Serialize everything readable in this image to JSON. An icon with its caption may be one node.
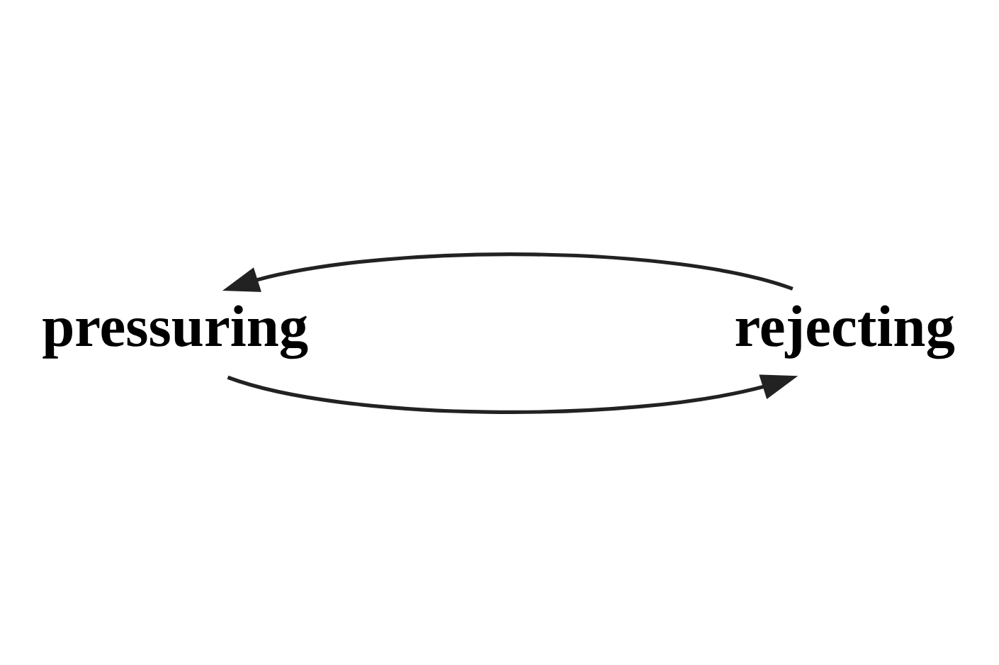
{
  "diagram": {
    "nodes": [
      {
        "text": [
          "pressuring"
        ]
      },
      {
        "text": [
          "rejecting"
        ]
      }
    ],
    "edges": [
      {
        "from": 0,
        "to": 1,
        "arrow": "to"
      },
      {
        "from": 1,
        "to": 0,
        "arrow": "to"
      }
    ]
  }
}
